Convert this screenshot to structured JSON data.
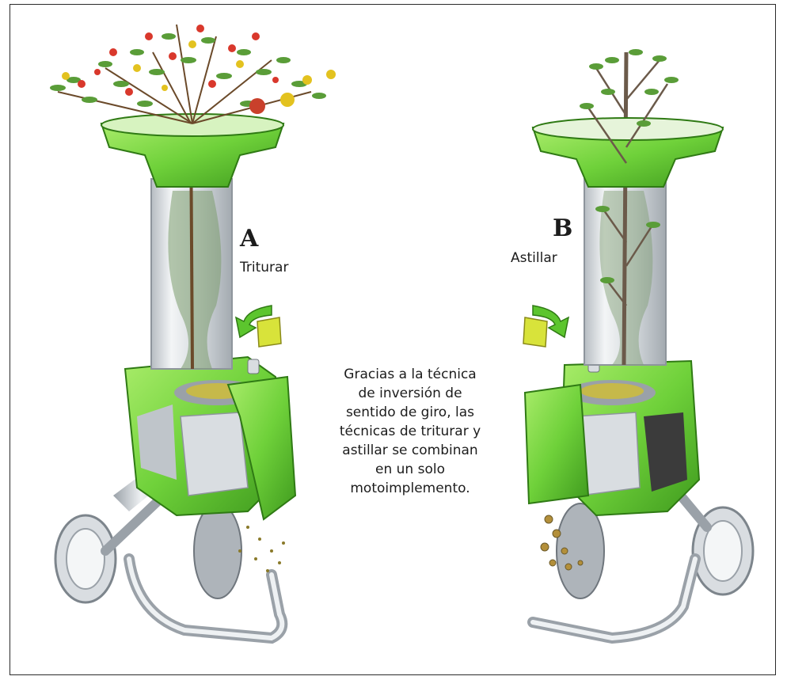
{
  "shredder_a": {
    "letter": "A",
    "label": "Triturar"
  },
  "shredder_b": {
    "letter": "B",
    "label": "Astillar"
  },
  "caption": {
    "lines": [
      "Gracias a la técnica",
      "de inversión de",
      "sentido de giro, las",
      "técnicas de triturar y",
      "astillar se combinan",
      "en un solo",
      "motoimplemento."
    ]
  },
  "colors": {
    "body_green": "#6fd13a",
    "dark_green": "#3f9a1e",
    "arrow_green": "#5cc52e",
    "arrow_yellow": "#d8e33a",
    "metal": "#c9ced3",
    "metal_dark": "#8e959c",
    "blossom_red": "#d9382c",
    "blossom_yellow": "#e3c21f",
    "leaf_green": "#5a9d38"
  },
  "icons": [
    "counterclockwise-arrow-icon",
    "clockwise-arrow-icon"
  ]
}
